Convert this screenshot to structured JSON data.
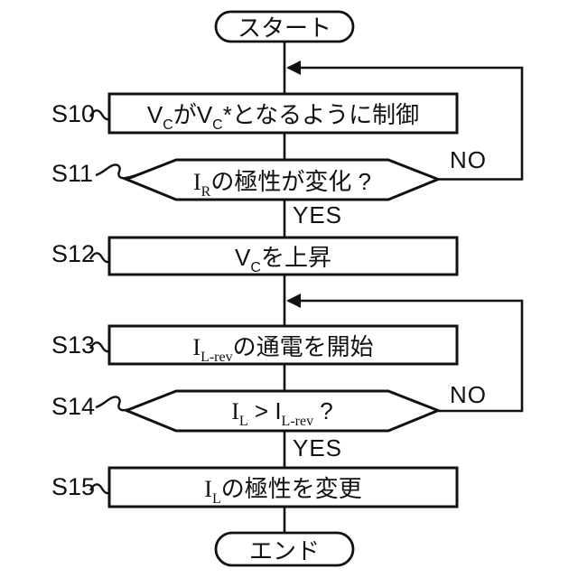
{
  "terminals": {
    "start": "スタート",
    "end": "エンド"
  },
  "branches": {
    "yes": "YES",
    "no": "NO"
  },
  "steps": {
    "s10": {
      "id": "S10",
      "parts": {
        "a": "V",
        "a_sub": "C",
        "b": "がV",
        "b_sub": "C",
        "c": "*となるように制御"
      }
    },
    "s11": {
      "id": "S11",
      "parts": {
        "a": "I",
        "a_sub": "R",
        "b": "の極性が変化 ?"
      }
    },
    "s12": {
      "id": "S12",
      "parts": {
        "a": "V",
        "a_sub": "C",
        "b": "を上昇"
      }
    },
    "s13": {
      "id": "S13",
      "parts": {
        "a": "I",
        "a_sub": "L-rev",
        "b": "の通電を開始"
      }
    },
    "s14": {
      "id": "S14",
      "parts": {
        "a": "I",
        "a_sub": "L",
        "b": " > I",
        "b_sub": "L-rev",
        "c": " ?"
      }
    },
    "s15": {
      "id": "S15",
      "parts": {
        "a": "I",
        "a_sub": "L",
        "b": "の極性を変更"
      }
    }
  },
  "colors": {
    "line": "#111111",
    "background": "#ffffff"
  }
}
